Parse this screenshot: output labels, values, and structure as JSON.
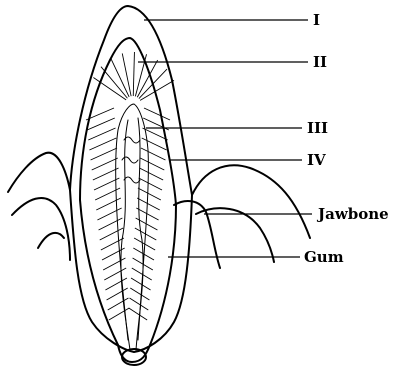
{
  "labels": {
    "enamel": "I",
    "dentin": "II",
    "pulp_cavity": "III",
    "cement": "IV",
    "jawbone": "Jawbone",
    "gum": "Gum"
  }
}
